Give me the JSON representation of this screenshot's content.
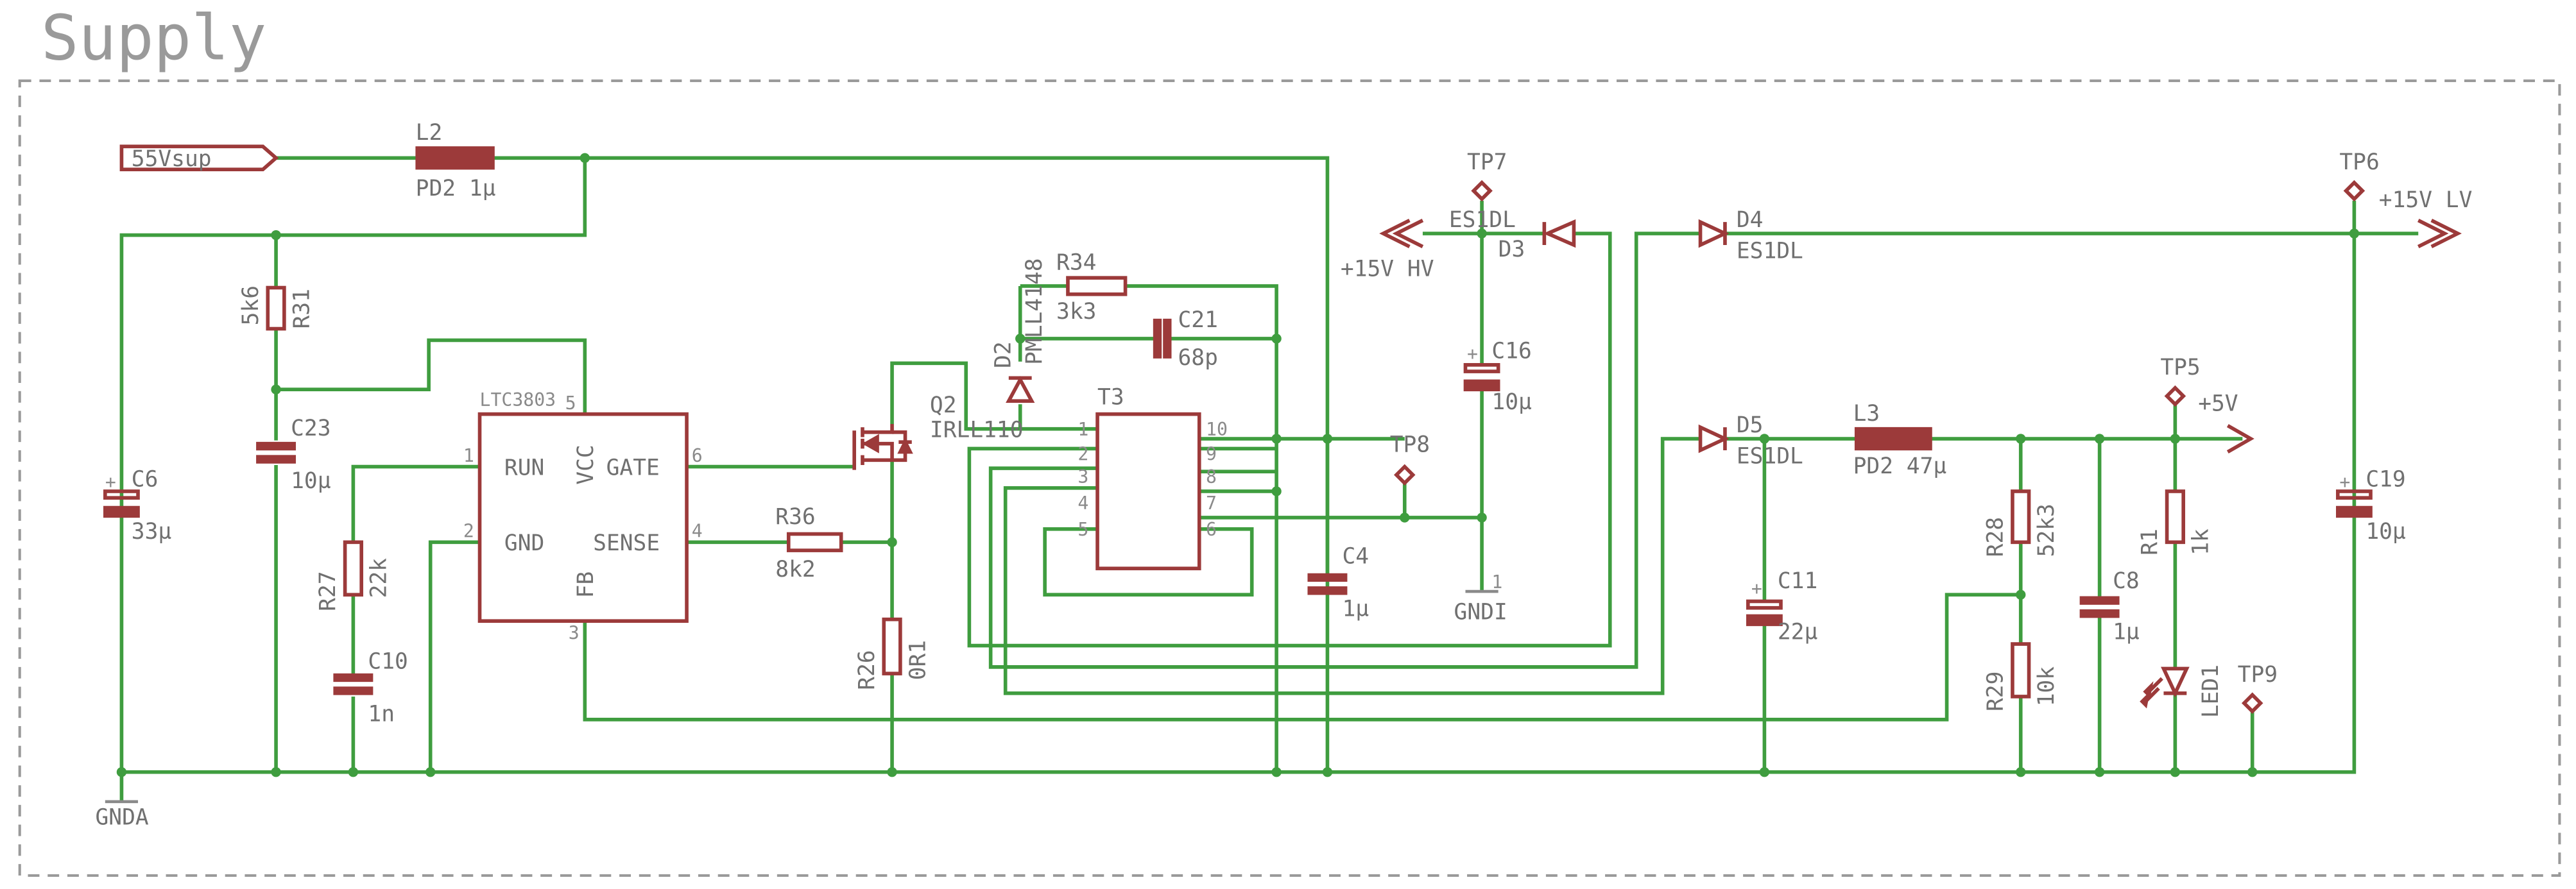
{
  "title": "Supply",
  "labels": {
    "net_55v": "55Vsup",
    "l2_name": "L2",
    "l2_value": "PD2 1µ",
    "c6_name": "C6",
    "c6_value": "33µ",
    "r31_name": "R31",
    "r31_value": "5k6",
    "c23_name": "C23",
    "c23_value": "10µ",
    "ic_name": "LTC3803",
    "ic_pin5": "5",
    "ic_run": "RUN",
    "ic_vcc": "VCC",
    "ic_gate": "GATE",
    "ic_gnd": "GND",
    "ic_sense": "SENSE",
    "ic_fb": "FB",
    "ic_pin1": "1",
    "ic_pin2": "2",
    "ic_pin3": "3",
    "ic_pin4": "4",
    "ic_pin6": "6",
    "r27_name": "R27",
    "r27_value": "22k",
    "c10_name": "C10",
    "c10_value": "1n",
    "gnda": "GNDA",
    "q2_name": "Q2",
    "q2_value": "IRLL110",
    "r36_name": "R36",
    "r36_value": "8k2",
    "r26_name": "R26",
    "r26_value": "0R1",
    "d2_name": "D2",
    "d2_value": "PMLL4148",
    "r34_name": "R34",
    "r34_value": "3k3",
    "c21_name": "C21",
    "c21_value": "68p",
    "t3_name": "T3",
    "t3_p1": "1",
    "t3_p2": "2",
    "t3_p3": "3",
    "t3_p4": "4",
    "t3_p5": "5",
    "t3_p6": "6",
    "t3_p7": "7",
    "t3_p8": "8",
    "t3_p9": "9",
    "t3_p10": "10",
    "c4_name": "C4",
    "c4_value": "1µ",
    "tp7": "TP7",
    "tp8": "TP8",
    "tp5": "TP5",
    "tp6": "TP6",
    "tp9": "TP9",
    "d3_name": "D3",
    "d3_value": "ES1DL",
    "net_15vhv": "+15V HV",
    "c16_name": "C16",
    "c16_value": "10µ",
    "gndi": "GNDI",
    "d4_name": "D4",
    "d4_value": "ES1DL",
    "net_15vlv": "+15V LV",
    "d5_name": "D5",
    "d5_value": "ES1DL",
    "c11_name": "C11",
    "c11_value": "22µ",
    "l3_name": "L3",
    "l3_value": "PD2 47µ",
    "r28_name": "R28",
    "r28_value": "52k3",
    "r29_name": "R29",
    "r29_value": "10k",
    "c8_name": "C8",
    "c8_value": "1µ",
    "r1_name": "R1",
    "r1_value": "1k",
    "led1_name": "LED1",
    "net_5v": "+5V",
    "c19_name": "C19",
    "c19_value": "10µ"
  }
}
